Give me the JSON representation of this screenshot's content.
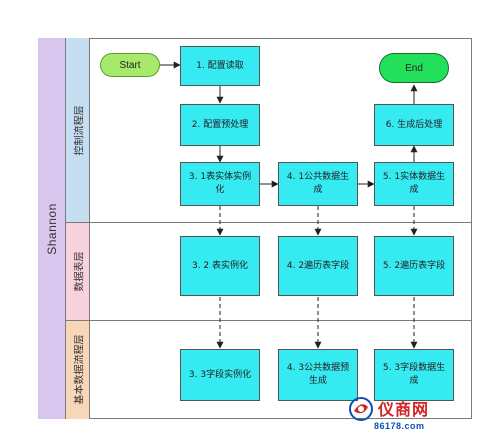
{
  "pool": {
    "label": "Shannon"
  },
  "lanes": {
    "control": "控制流程层",
    "data": "数据表层",
    "base": "基本数据流程层"
  },
  "terminals": {
    "start": "Start",
    "end": "End"
  },
  "nodes": {
    "config_read": "1. 配置读取",
    "config_pre": "2. 配置预处理",
    "table_entity": "3. 1表实体实例化",
    "common_gen": "4. 1公共数据生成",
    "entity_gen": "5. 1实体数据生成",
    "post_gen": "6. 生成后处理",
    "table_inst": "3. 2 表实例化",
    "iter_field_4": "4. 2遍历表字段",
    "iter_field_5": "5. 2遍历表字段",
    "field_inst": "3. 3字段实例化",
    "common_pre": "4. 3公共数据预生成",
    "field_gen": "5. 3字段数据生成"
  },
  "colors": {
    "process_fill": "#35eaf0",
    "start_fill": "#a7e96a",
    "end_fill": "#22e05a",
    "lane_control": "#c6def2",
    "lane_data": "#f7d2dc",
    "lane_base": "#f8d7b8",
    "pool": "#d8c6ee"
  },
  "watermark": {
    "title": "仪商网",
    "url": "86178.com"
  }
}
